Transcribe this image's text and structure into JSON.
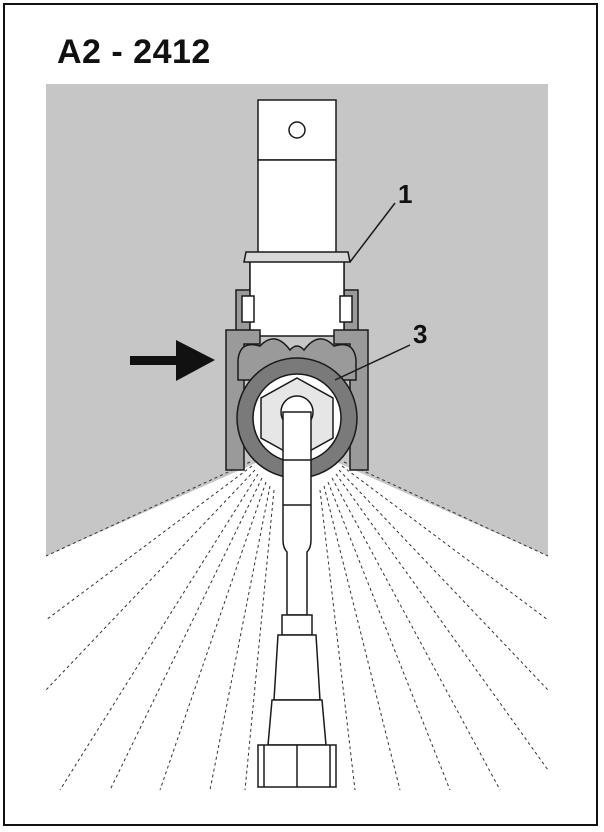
{
  "figure": {
    "title": "A2 - 2412",
    "callouts": {
      "part_1": "1",
      "part_3": "3"
    },
    "colors": {
      "background_panel": "#c6c6c6",
      "line": "#1a1a1a",
      "part_face": "#ffffff",
      "clamp_ring": "#7a7a7a",
      "clip_body": "#9a9a9a"
    }
  }
}
